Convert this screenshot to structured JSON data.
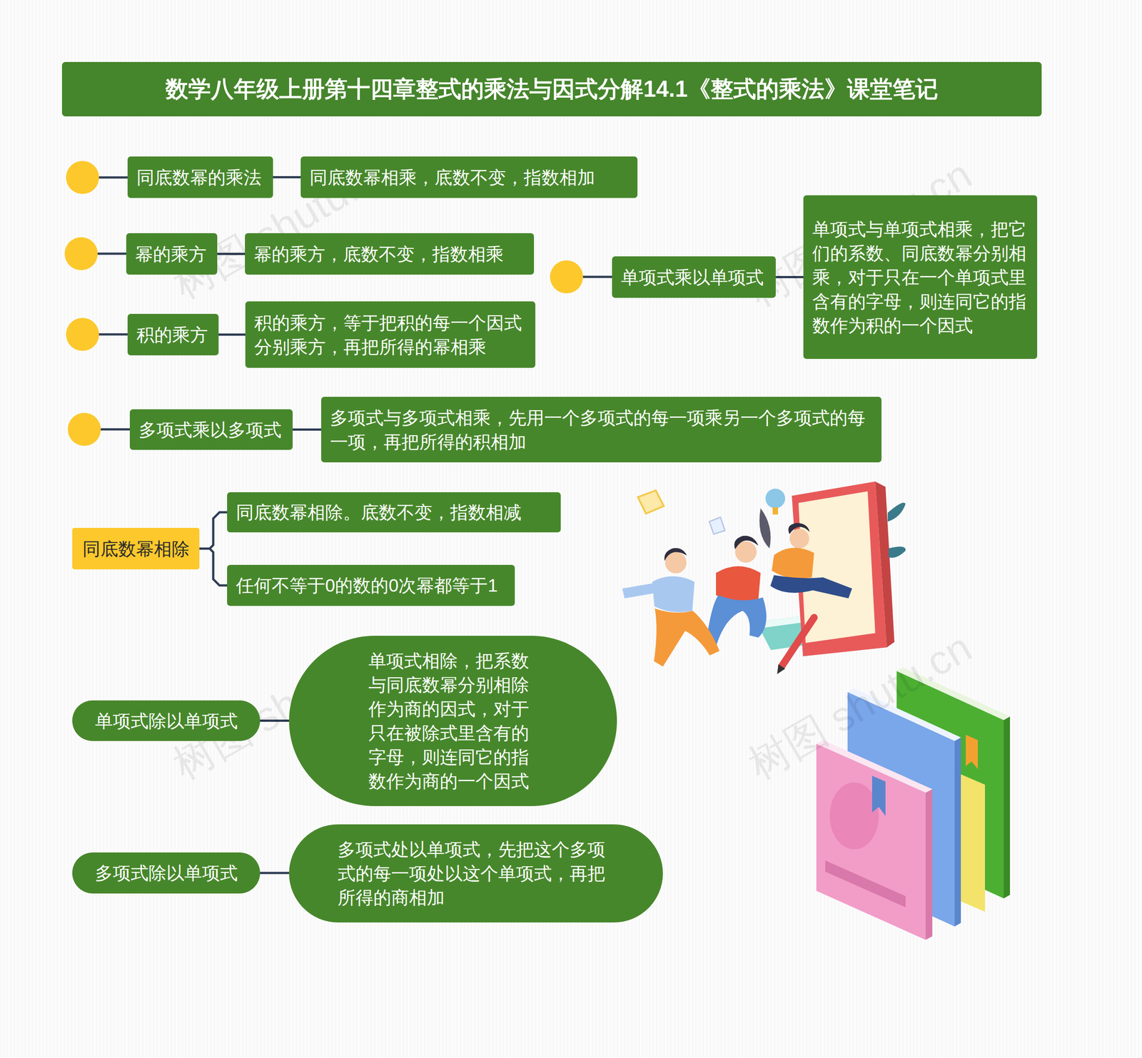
{
  "diagram": {
    "title": "数学八年级上册第十四章整式的乘法与因式分解14.1《整式的乘法》课堂笔记",
    "nodes": [
      {
        "text": [
          "同底数幂的乘法"
        ]
      },
      {
        "text": [
          "同底数幂相乘，底数不变，指数相加"
        ]
      },
      {
        "text": [
          "幂的乘方"
        ]
      },
      {
        "text": [
          "幂的乘方，底数不变，指数相乘"
        ]
      },
      {
        "text": [
          "单项式乘以单项式"
        ]
      },
      {
        "text": [
          "单项式与单项式相乘，把它们的系数、同底数幂分别相乘，对于只在一个单项式里含有的字母，则连同它的指数作为积的一个因式"
        ]
      },
      {
        "text": [
          "积的乘方"
        ]
      },
      {
        "text": [
          "积的乘方，等于把积的每一个因式分别乘方，再把所得的幂相乘"
        ]
      },
      {
        "text": [
          "多项式乘以多项式"
        ]
      },
      {
        "text": [
          "多项式与多项式相乘，先用一个多项式的每一项乘另一个多项式的每一项，再把所得的积相加"
        ]
      },
      {
        "text": [
          "同底数幂相除"
        ]
      },
      {
        "text": [
          "同底数幂相除。底数不变，指数相减"
        ]
      },
      {
        "text": [
          "任何不等于0的数的0次幂都等于1"
        ]
      },
      {
        "text": [
          "单项式除以单项式"
        ]
      },
      {
        "text": [
          "单项式相除，把系数与同底数幂分别相除作为商的因式，对于只在被除式里含有的字母，则连同它的指数作为商的一个因式"
        ]
      },
      {
        "text": [
          "多项式除以单项式"
        ]
      },
      {
        "text": [
          "多项式处以单项式，先把这个多项式的每一项处以这个单项式，再把所得的商相加"
        ]
      }
    ],
    "edges": [
      {
        "from": 0,
        "to": 1,
        "arrow": "none"
      },
      {
        "from": 2,
        "to": 3,
        "arrow": "none"
      },
      {
        "from": 4,
        "to": 5,
        "arrow": "none"
      },
      {
        "from": 6,
        "to": 7,
        "arrow": "none"
      },
      {
        "from": 8,
        "to": 9,
        "arrow": "none"
      },
      {
        "from": 10,
        "to": 11,
        "arrow": "none"
      },
      {
        "from": 10,
        "to": 12,
        "arrow": "none"
      },
      {
        "from": 13,
        "to": 14,
        "arrow": "none"
      },
      {
        "from": 15,
        "to": 16,
        "arrow": "none"
      }
    ],
    "labels": [
      "树图 shutu.cn",
      "树图 shutu.cn",
      "树图 shutu.cn",
      "树图 shutu.cn"
    ]
  }
}
